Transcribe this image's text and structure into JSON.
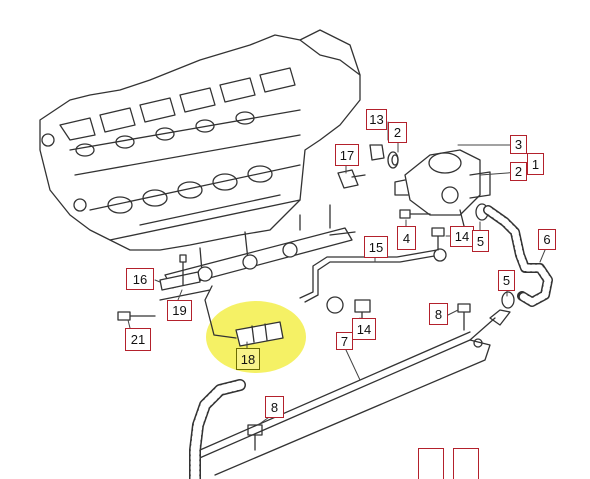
{
  "colors": {
    "callout_border": "#b3212c",
    "highlight": "#f3ee4a",
    "line": "#333333"
  },
  "callouts": [
    {
      "id": "c13",
      "label": "13"
    },
    {
      "id": "c2a",
      "label": "2"
    },
    {
      "id": "c3",
      "label": "3"
    },
    {
      "id": "c1",
      "label": "1"
    },
    {
      "id": "c2b",
      "label": "2"
    },
    {
      "id": "c17",
      "label": "17"
    },
    {
      "id": "c4",
      "label": "4"
    },
    {
      "id": "c14a",
      "label": "14"
    },
    {
      "id": "c5a",
      "label": "5"
    },
    {
      "id": "c6",
      "label": "6"
    },
    {
      "id": "c15",
      "label": "15"
    },
    {
      "id": "c16",
      "label": "16"
    },
    {
      "id": "c19",
      "label": "19"
    },
    {
      "id": "c5b",
      "label": "5"
    },
    {
      "id": "c8a",
      "label": "8"
    },
    {
      "id": "c14b",
      "label": "14"
    },
    {
      "id": "c21",
      "label": "21"
    },
    {
      "id": "c18",
      "label": "18",
      "highlighted": true
    },
    {
      "id": "c7",
      "label": "7"
    },
    {
      "id": "c8b",
      "label": "8"
    }
  ]
}
